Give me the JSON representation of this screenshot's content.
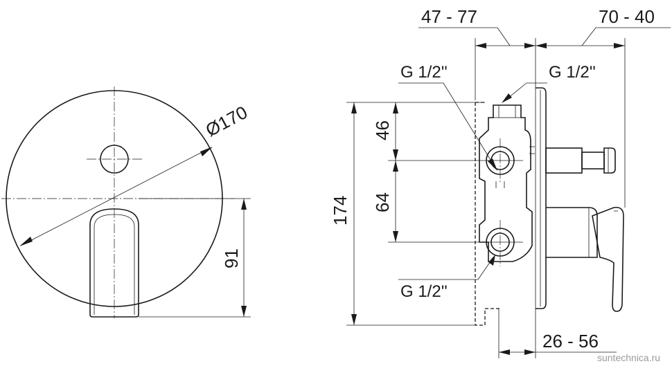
{
  "front_view": {
    "diameter_label": "Ø170",
    "height_label": "91"
  },
  "side_view": {
    "depth_top_left_label": "47 - 77",
    "depth_top_right_label": "70 - 40",
    "height_total_label": "174",
    "height_upper_label": "46",
    "height_lower_label": "64",
    "depth_bottom_label": "26 - 56",
    "thread_upper_left_label": "G 1/2''",
    "thread_upper_right_label": "G 1/2''",
    "thread_lower_label": "G 1/2''"
  },
  "watermark": "suntechnica.ru"
}
